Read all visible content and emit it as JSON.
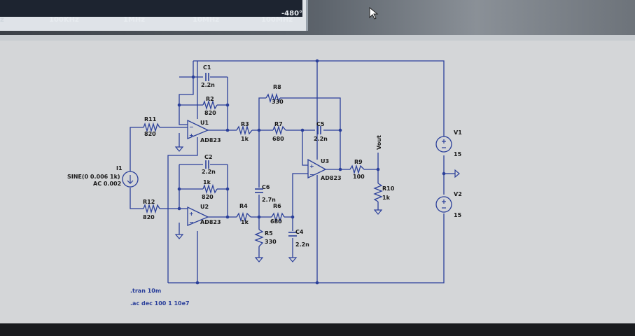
{
  "plot": {
    "ticks": [
      "100KHz",
      "1MHz",
      "10MHz",
      "100MHz"
    ],
    "degree_label": "-480°",
    "left_edge_char": "z"
  },
  "schematic": {
    "components": {
      "C1": {
        "name": "C1",
        "value": "2.2n"
      },
      "R2": {
        "name": "R2",
        "value": "820"
      },
      "R11": {
        "name": "R11",
        "value": "820"
      },
      "U1": {
        "name": "U1",
        "value": "AD823"
      },
      "R3": {
        "name": "R3",
        "value": "1k"
      },
      "R8": {
        "name": "R8",
        "value": "330"
      },
      "R7": {
        "name": "R7",
        "value": "680"
      },
      "C5": {
        "name": "C5",
        "value": "2.2n"
      },
      "U3": {
        "name": "U3",
        "value": "AD823"
      },
      "R9": {
        "name": "R9",
        "value": "100"
      },
      "C2": {
        "name": "C2",
        "value": "2.2n"
      },
      "R_1k": {
        "value": "1k"
      },
      "R_820b": {
        "value": "820"
      },
      "U2": {
        "name": "U2",
        "value": "AD823"
      },
      "R12": {
        "name": "R12",
        "value": "820"
      },
      "R4": {
        "name": "R4",
        "value": "1k"
      },
      "C6": {
        "name": "C6",
        "value": "2.7n"
      },
      "R6": {
        "name": "R6",
        "value": "680"
      },
      "R5": {
        "name": "R5",
        "value": "330"
      },
      "C4": {
        "name": "C4",
        "value": "2.2n"
      },
      "R10": {
        "name": "R10",
        "value": "1k"
      },
      "V1": {
        "name": "V1",
        "value": "15"
      },
      "V2": {
        "name": "V2",
        "value": "15"
      },
      "I1": {
        "name": "I1",
        "line1": "SINE(0 0.006 1k)",
        "line2": "AC 0.002"
      }
    },
    "net_label": "Vout",
    "directives": [
      ".tran 10m",
      ".ac dec 100 1 10e7"
    ]
  },
  "colors": {
    "wire": "#2a3f9a",
    "schematic_bg": "#d4d6d8",
    "directive": "#2a3f9a"
  }
}
